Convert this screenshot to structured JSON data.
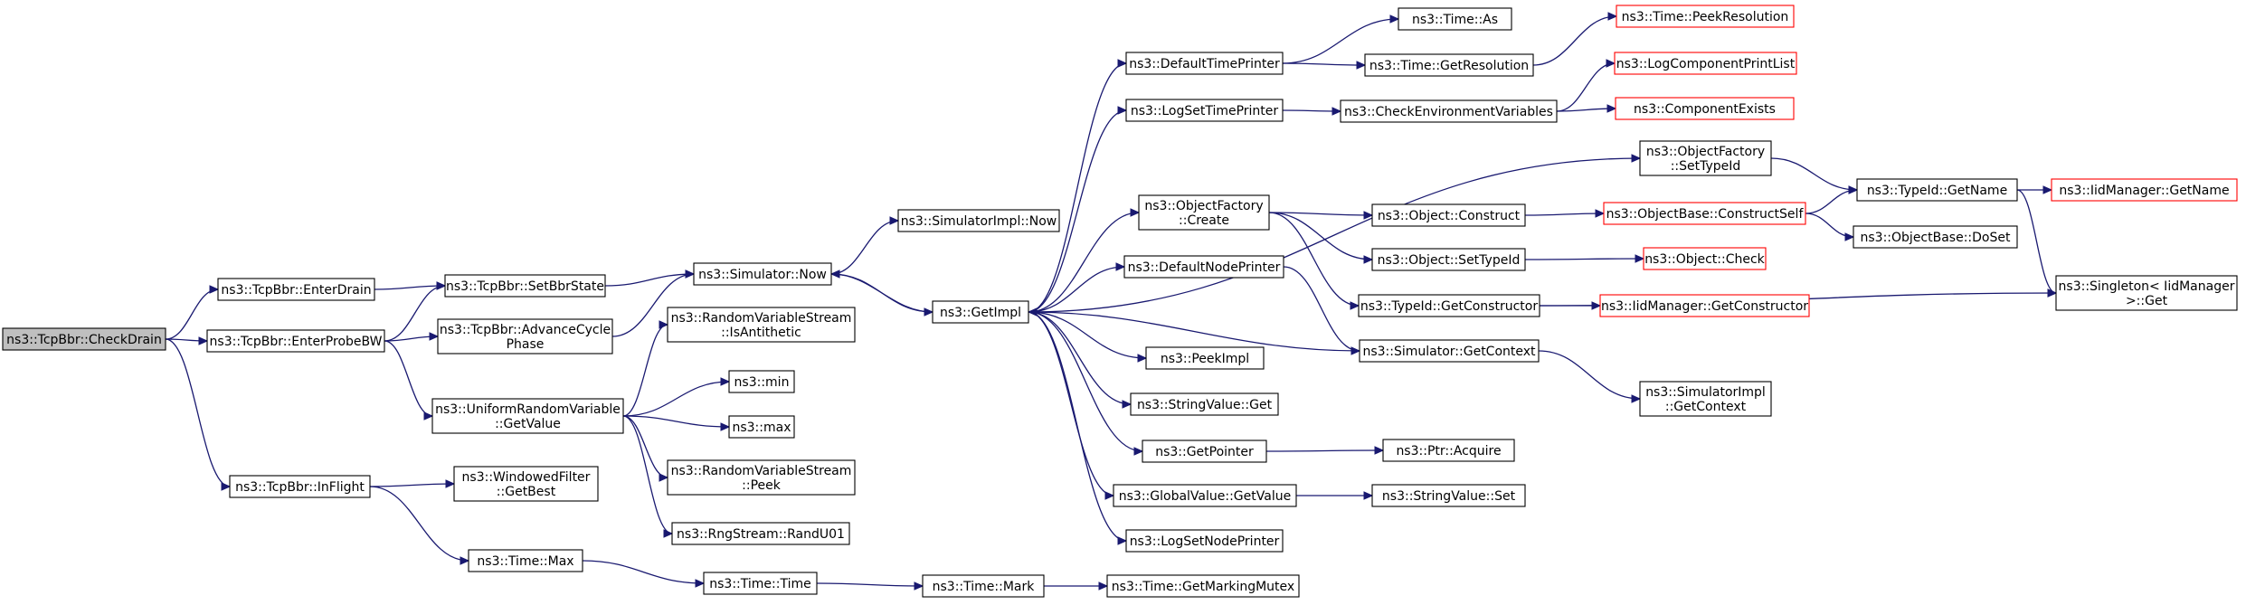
{
  "colors": {
    "edge": "#191970",
    "root_fill": "#bfbfbf",
    "external_border": "#ff0000",
    "node_border": "#000000"
  },
  "nodes": {
    "checkdrain": {
      "lines": [
        "ns3::TcpBbr::CheckDrain"
      ],
      "root": true
    },
    "enterdrain": {
      "lines": [
        "ns3::TcpBbr::EnterDrain"
      ]
    },
    "enterprobebw": {
      "lines": [
        "ns3::TcpBbr::EnterProbeBW"
      ]
    },
    "inflight": {
      "lines": [
        "ns3::TcpBbr::InFlight"
      ]
    },
    "setbbrstate": {
      "lines": [
        "ns3::TcpBbr::SetBbrState"
      ]
    },
    "advancecycle": {
      "lines": [
        "ns3::TcpBbr::AdvanceCycle",
        "Phase"
      ]
    },
    "uniformgetvalue": {
      "lines": [
        "ns3::UniformRandomVariable",
        "::GetValue"
      ]
    },
    "windowedfilter": {
      "lines": [
        "ns3::WindowedFilter",
        "::GetBest"
      ]
    },
    "timemax": {
      "lines": [
        "ns3::Time::Max"
      ]
    },
    "simnow": {
      "lines": [
        "ns3::Simulator::Now"
      ]
    },
    "simimplnow": {
      "lines": [
        "ns3::SimulatorImpl::Now"
      ]
    },
    "isantithetic": {
      "lines": [
        "ns3::RandomVariableStream",
        "::IsAntithetic"
      ]
    },
    "min": {
      "lines": [
        "ns3::min"
      ]
    },
    "max": {
      "lines": [
        "ns3::max"
      ]
    },
    "rvspeek": {
      "lines": [
        "ns3::RandomVariableStream",
        "::Peek"
      ]
    },
    "randu01": {
      "lines": [
        "ns3::RngStream::RandU01"
      ]
    },
    "timetime": {
      "lines": [
        "ns3::Time::Time"
      ]
    },
    "timemark": {
      "lines": [
        "ns3::Time::Mark"
      ]
    },
    "getmarkingmutex": {
      "lines": [
        "ns3::Time::GetMarkingMutex"
      ]
    },
    "getimpl": {
      "lines": [
        "ns3::GetImpl"
      ]
    },
    "defaulttimeprinter": {
      "lines": [
        "ns3::DefaultTimePrinter"
      ]
    },
    "logsettimeprinter": {
      "lines": [
        "ns3::LogSetTimePrinter"
      ]
    },
    "ofcreate": {
      "lines": [
        "ns3::ObjectFactory",
        "::Create"
      ]
    },
    "defaultnodeprinter": {
      "lines": [
        "ns3::DefaultNodePrinter"
      ]
    },
    "peekimpl": {
      "lines": [
        "ns3::PeekImpl"
      ]
    },
    "stringvalueget": {
      "lines": [
        "ns3::StringValue::Get"
      ]
    },
    "getpointer": {
      "lines": [
        "ns3::GetPointer"
      ]
    },
    "gvgetvalue": {
      "lines": [
        "ns3::GlobalValue::GetValue"
      ]
    },
    "logsetnodeprinter": {
      "lines": [
        "ns3::LogSetNodePrinter"
      ]
    },
    "timeas": {
      "lines": [
        "ns3::Time::As"
      ]
    },
    "timegetresolution": {
      "lines": [
        "ns3::Time::GetResolution"
      ]
    },
    "checkenv": {
      "lines": [
        "ns3::CheckEnvironmentVariables"
      ]
    },
    "objconstruct": {
      "lines": [
        "ns3::Object::Construct"
      ]
    },
    "objsettypeid": {
      "lines": [
        "ns3::Object::SetTypeId"
      ]
    },
    "typeidgetconstructor": {
      "lines": [
        "ns3::TypeId::GetConstructor"
      ]
    },
    "simgetcontext": {
      "lines": [
        "ns3::Simulator::GetContext"
      ]
    },
    "ptracquire": {
      "lines": [
        "ns3::Ptr::Acquire"
      ]
    },
    "stringvalueset": {
      "lines": [
        "ns3::StringValue::Set"
      ]
    },
    "timepeekresolution": {
      "lines": [
        "ns3::Time::PeekResolution"
      ],
      "external": true
    },
    "logcomponentprintlist": {
      "lines": [
        "ns3::LogComponentPrintList"
      ],
      "external": true
    },
    "componentexists": {
      "lines": [
        "ns3::ComponentExists"
      ],
      "external": true
    },
    "ofsettypeid": {
      "lines": [
        "ns3::ObjectFactory",
        "::SetTypeId"
      ]
    },
    "objbaseconstructself": {
      "lines": [
        "ns3::ObjectBase::ConstructSelf"
      ],
      "external": true
    },
    "objectcheck": {
      "lines": [
        "ns3::Object::Check"
      ],
      "external": true
    },
    "iidmgetconstructor": {
      "lines": [
        "ns3::IidManager::GetConstructor"
      ],
      "external": true
    },
    "simimplgetcontext": {
      "lines": [
        "ns3::SimulatorImpl",
        "::GetContext"
      ]
    },
    "typeidgetname": {
      "lines": [
        "ns3::TypeId::GetName"
      ]
    },
    "objbasedoset": {
      "lines": [
        "ns3::ObjectBase::DoSet"
      ]
    },
    "iidmgetname": {
      "lines": [
        "ns3::IidManager::GetName"
      ],
      "external": true
    },
    "singletonget": {
      "lines": [
        "ns3::Singleton< IidManager",
        ">::Get"
      ]
    }
  },
  "edges": [
    [
      "checkdrain",
      "enterdrain"
    ],
    [
      "checkdrain",
      "enterprobebw"
    ],
    [
      "checkdrain",
      "inflight"
    ],
    [
      "enterdrain",
      "setbbrstate"
    ],
    [
      "enterprobebw",
      "setbbrstate"
    ],
    [
      "enterprobebw",
      "advancecycle"
    ],
    [
      "enterprobebw",
      "uniformgetvalue"
    ],
    [
      "setbbrstate",
      "simnow"
    ],
    [
      "advancecycle",
      "simnow"
    ],
    [
      "inflight",
      "windowedfilter"
    ],
    [
      "inflight",
      "timemax"
    ],
    [
      "uniformgetvalue",
      "isantithetic"
    ],
    [
      "uniformgetvalue",
      "min"
    ],
    [
      "uniformgetvalue",
      "max"
    ],
    [
      "uniformgetvalue",
      "rvspeek"
    ],
    [
      "uniformgetvalue",
      "randu01"
    ],
    [
      "timemax",
      "timetime"
    ],
    [
      "timetime",
      "timemark"
    ],
    [
      "timemark",
      "getmarkingmutex"
    ],
    [
      "simnow",
      "simimplnow"
    ],
    [
      "simnow",
      "getimpl"
    ],
    [
      "getimpl",
      "simnow"
    ],
    [
      "getimpl",
      "defaulttimeprinter"
    ],
    [
      "getimpl",
      "logsettimeprinter"
    ],
    [
      "getimpl",
      "ofsettypeid"
    ],
    [
      "getimpl",
      "ofcreate"
    ],
    [
      "getimpl",
      "defaultnodeprinter"
    ],
    [
      "getimpl",
      "peekimpl"
    ],
    [
      "getimpl",
      "stringvalueget"
    ],
    [
      "getimpl",
      "getpointer"
    ],
    [
      "getimpl",
      "gvgetvalue"
    ],
    [
      "getimpl",
      "logsetnodeprinter"
    ],
    [
      "defaulttimeprinter",
      "timeas"
    ],
    [
      "defaulttimeprinter",
      "timegetresolution"
    ],
    [
      "timegetresolution",
      "timepeekresolution"
    ],
    [
      "logsettimeprinter",
      "checkenv"
    ],
    [
      "checkenv",
      "logcomponentprintlist"
    ],
    [
      "checkenv",
      "componentexists"
    ],
    [
      "ofcreate",
      "objconstruct"
    ],
    [
      "ofcreate",
      "objsettypeid"
    ],
    [
      "ofcreate",
      "typeidgetconstructor"
    ],
    [
      "objconstruct",
      "objbaseconstructself"
    ],
    [
      "objsettypeid",
      "objectcheck"
    ],
    [
      "typeidgetconstructor",
      "iidmgetconstructor"
    ],
    [
      "typeidgetconstructor",
      "singletonget"
    ],
    [
      "defaultnodeprinter",
      "simgetcontext"
    ],
    [
      "simgetcontext",
      "getimpl"
    ],
    [
      "simgetcontext",
      "simimplgetcontext"
    ],
    [
      "getpointer",
      "ptracquire"
    ],
    [
      "gvgetvalue",
      "stringvalueset"
    ],
    [
      "ofsettypeid",
      "typeidgetname"
    ],
    [
      "objbaseconstructself",
      "typeidgetname"
    ],
    [
      "objbaseconstructself",
      "objbasedoset"
    ],
    [
      "typeidgetname",
      "iidmgetname"
    ],
    [
      "typeidgetname",
      "singletonget"
    ]
  ]
}
